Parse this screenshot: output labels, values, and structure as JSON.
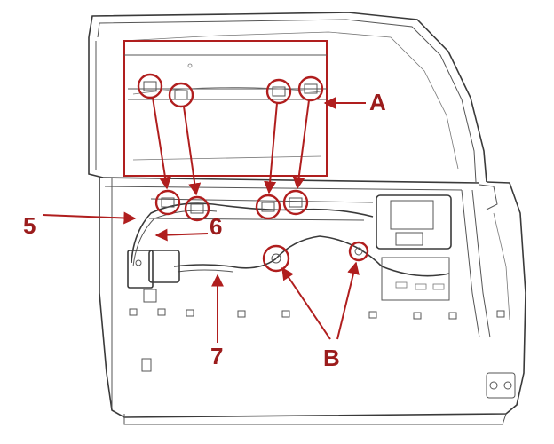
{
  "callouts": {
    "A": "A",
    "B": "B",
    "five": "5",
    "six": "6",
    "seven": "7"
  },
  "colors": {
    "callout": "#b01e1e",
    "outline": "#3a3a3a",
    "door_fill": "#fbfbfb"
  }
}
